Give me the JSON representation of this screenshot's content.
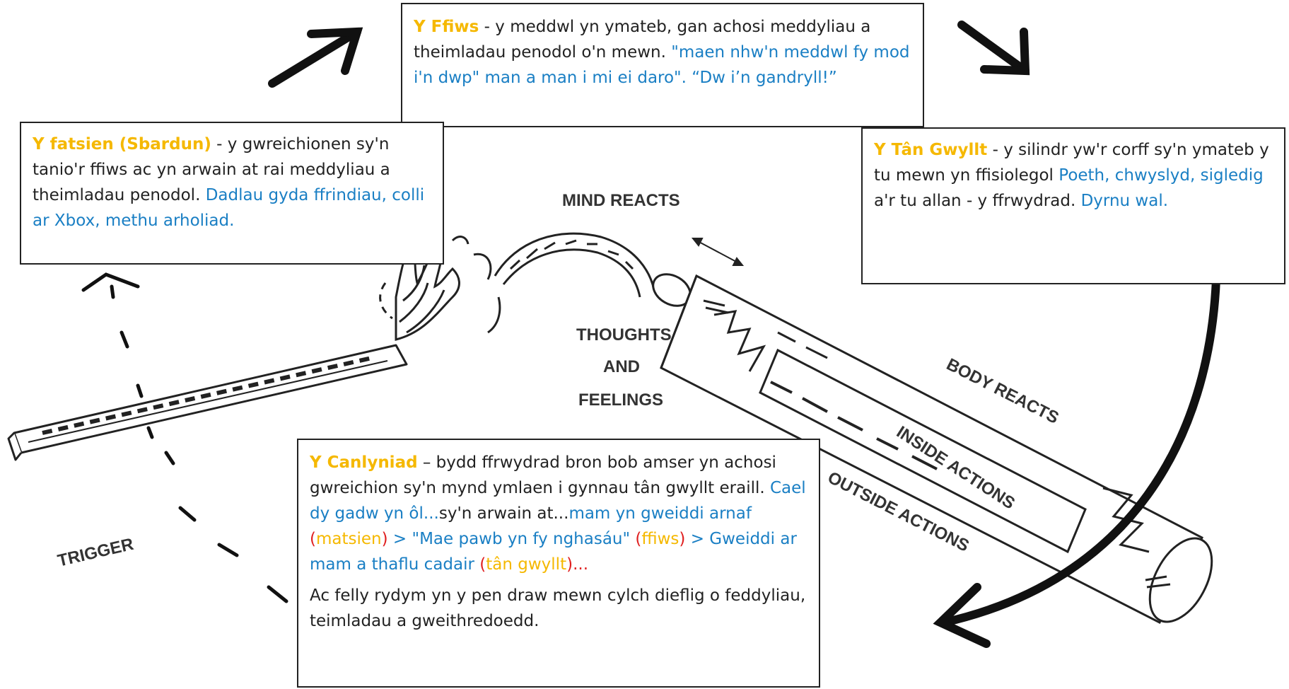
{
  "diagram": {
    "labels": {
      "mind_reacts": "MIND REACTS",
      "thoughts": "THOUGHTS",
      "and": "AND",
      "feelings": "FEELINGS",
      "body_reacts": "BODY REACTS",
      "inside_actions": "INSIDE ACTIONS",
      "outside_actions": "OUTSIDE ACTIONS",
      "trigger": "TRIGGER"
    }
  },
  "fuse_box": {
    "title": "Y Ffiws",
    "text": " - y meddwl yn ymateb, gan achosi meddyliau a theimladau penodol o'n mewn. ",
    "example": "\"maen nhw'n meddwl fy mod i'n dwp\" man a man i mi ei daro\". “Dw i’n gandryll!”"
  },
  "match_box": {
    "title": "Y fatsien (Sbardun)",
    "text": " - y gwreichionen sy'n tanio'r ffiws ac yn arwain at rai meddyliau a theimladau penodol. ",
    "example": "Dadlau gyda ffrindiau, colli ar Xbox, methu arholiad."
  },
  "firework_box": {
    "title": "Y Tân Gwyllt",
    "text_1": " - y silindr yw'r corff sy'n ymateb y tu mewn yn ffisiolegol ",
    "example_1": "Poeth, chwyslyd, sigledig",
    "text_2": " a'r tu allan - y ffrwydrad.  ",
    "example_2": "Dyrnu wal."
  },
  "result_box": {
    "title": "Y Canlyniad",
    "text_1": " – bydd ffrwydrad bron bob amser yn achosi gwreichion sy'n mynd ymlaen i gynnau tân gwyllt eraill. ",
    "ex_1": "Cael dy gadw yn ôl...",
    "text_2": "sy'n arwain at...",
    "ex_2": "mam yn gweiddi arnaf ",
    "p_open": "(",
    "w_match": "matsien",
    "p_close": ")",
    "ex_3": " > \"Mae pawb yn fy nghasáu\" ",
    "w_fuse": "ffiws",
    "ex_4": " > Gweiddi ar mam a thaflu cadair ",
    "w_firework": "tân gwyllt",
    "ellipsis": "...",
    "conclusion": "Ac felly rydym yn y pen draw mewn cylch dieflig o feddyliau, teimladau a gweithredoedd."
  },
  "colors": {
    "title": "#f5b800",
    "example": "#1a7fc4",
    "paren": "#e02020",
    "ink": "#111111"
  }
}
